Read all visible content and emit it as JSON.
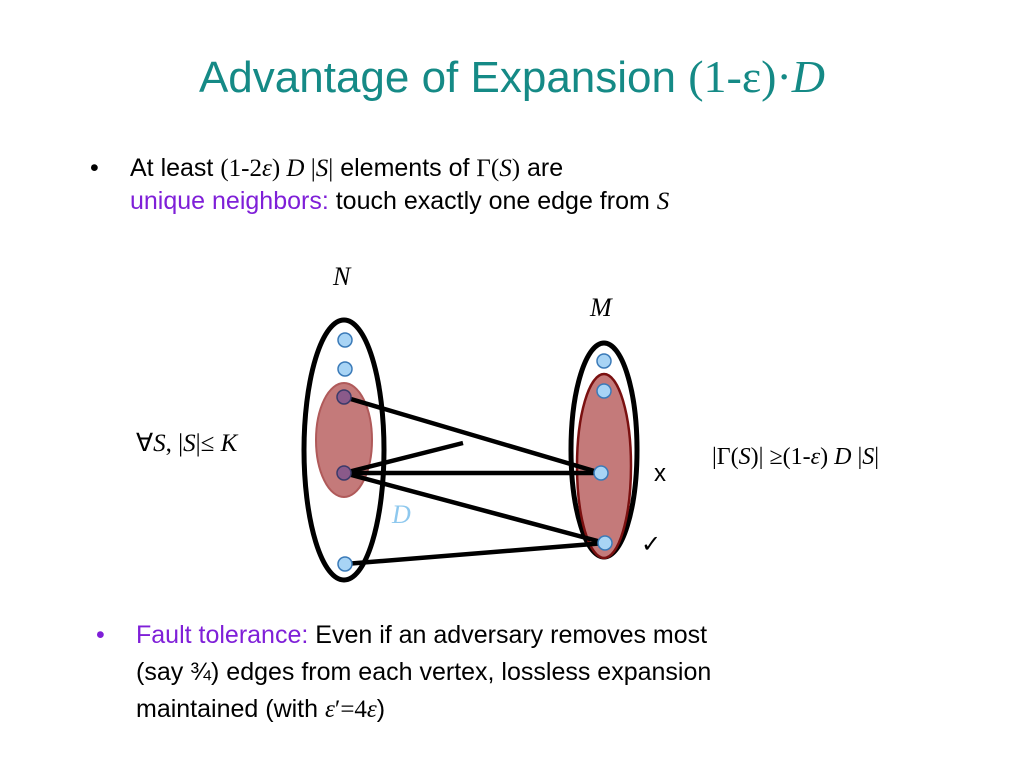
{
  "title": {
    "text": "Advantage of Expansion ",
    "math": "(1-ε)·",
    "var": "D"
  },
  "bullet1": {
    "marker": "•",
    "line1": {
      "t1": "At least ",
      "m1": "(1-2",
      "eps": "ε",
      "m2": ") ",
      "D": "D",
      "m3": " |",
      "S": "S",
      "m4": "|",
      "t2": " elements of ",
      "m5": "Γ(",
      "S2": "S",
      "m6": ")",
      "t3": " are"
    },
    "line2": {
      "highlight": "unique neighbors:",
      "t1": " touch exactly one edge from ",
      "S": "S"
    }
  },
  "diagram": {
    "label_N": "N",
    "label_M": "M",
    "label_D": "D",
    "left_condition": {
      "forall": "∀",
      "S1": "S",
      "sep": ", |",
      "S2": "S",
      "le": "|≤ ",
      "K": "K"
    },
    "right_condition": {
      "p1": "|Γ(",
      "S": "S",
      "p2": ")| ≥(1-",
      "eps": "ε",
      "p3": ") ",
      "D": "D",
      "p4": " |",
      "S2": "S",
      "p5": "|"
    },
    "mark_x": "x",
    "mark_check": "✓",
    "colors": {
      "node_fill": "#a8d4f5",
      "node_stroke": "#3a7ab8",
      "subset_fill": "#c47a7a",
      "subset_stroke": "#7a1010",
      "D_color": "#8ec8ee"
    }
  },
  "bullet2": {
    "marker": "•",
    "line1": {
      "highlight": "Fault tolerance:",
      "t1": " Even if an adversary removes most"
    },
    "line2": "(say ¾) edges from each vertex, lossless expansion",
    "line3": {
      "t1": "maintained (with ",
      "eps": "ε",
      "prime": "′",
      "eq": "=4",
      "eps2": "ε",
      "t2": ")"
    }
  }
}
